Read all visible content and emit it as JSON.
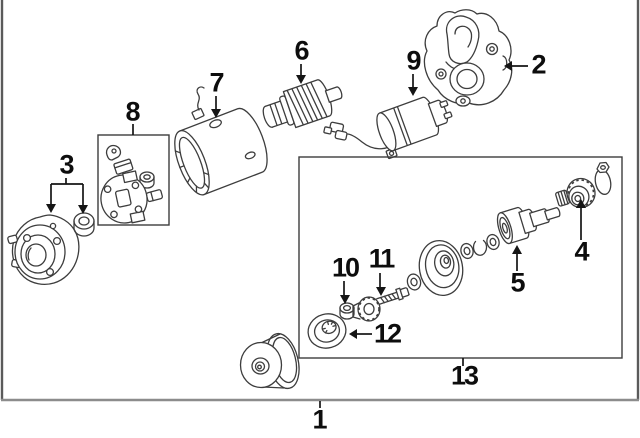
{
  "diagram": {
    "type": "exploded-parts-diagram",
    "background_color": "#ffffff",
    "line_color": "#3d3d3d",
    "label_color": "#0d0d0d",
    "frame_color": "#8c8c8c",
    "callouts": [
      {
        "number": "1"
      },
      {
        "number": "2"
      },
      {
        "number": "3"
      },
      {
        "number": "4"
      },
      {
        "number": "5"
      },
      {
        "number": "6"
      },
      {
        "number": "7"
      },
      {
        "number": "8"
      },
      {
        "number": "9"
      },
      {
        "number": "10"
      },
      {
        "number": "11"
      },
      {
        "number": "12"
      },
      {
        "number": "13"
      }
    ]
  }
}
